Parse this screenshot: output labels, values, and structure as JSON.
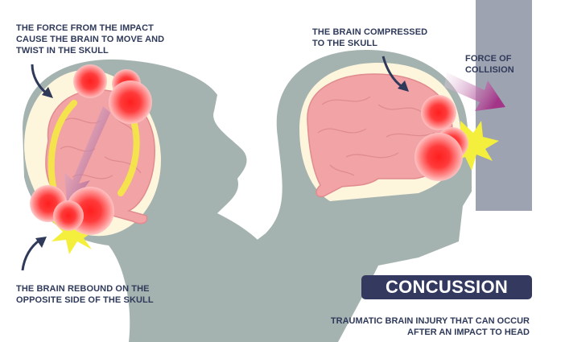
{
  "labels": {
    "force_impact": "THE FORCE FROM THE IMPACT\nCAUSE THE BRAIN TO MOVE AND\nTWIST IN THE SKULL",
    "compressed": "THE BRAIN COMPRESSED\nTO THE SKULL",
    "collision": "FORCE OF\nCOLLISION",
    "rebound": "THE BRAIN REBOUND ON THE\nOPPOSITE SIDE OF THE SKULL"
  },
  "title": "CONCUSSION",
  "subtitle": "TRAUMATIC BRAIN INJURY THAT CAN OCCUR\nAFTER AN IMPACT TO HEAD",
  "colors": {
    "silhouette": "#a5b3b0",
    "skull_fill": "#fdf5dc",
    "brain": "#f2a3a6",
    "impact_red": "#ff2a2a",
    "spark": "#f4ef3d",
    "motion_arrow": "#8e2a6e",
    "wall": "#9ea3b2",
    "label_text": "#2f3a5a",
    "title_box": "#33395f"
  },
  "icons": [
    "impact-burst-icon",
    "motion-arrow-icon",
    "pointer-arrow-icon",
    "spark-icon"
  ]
}
